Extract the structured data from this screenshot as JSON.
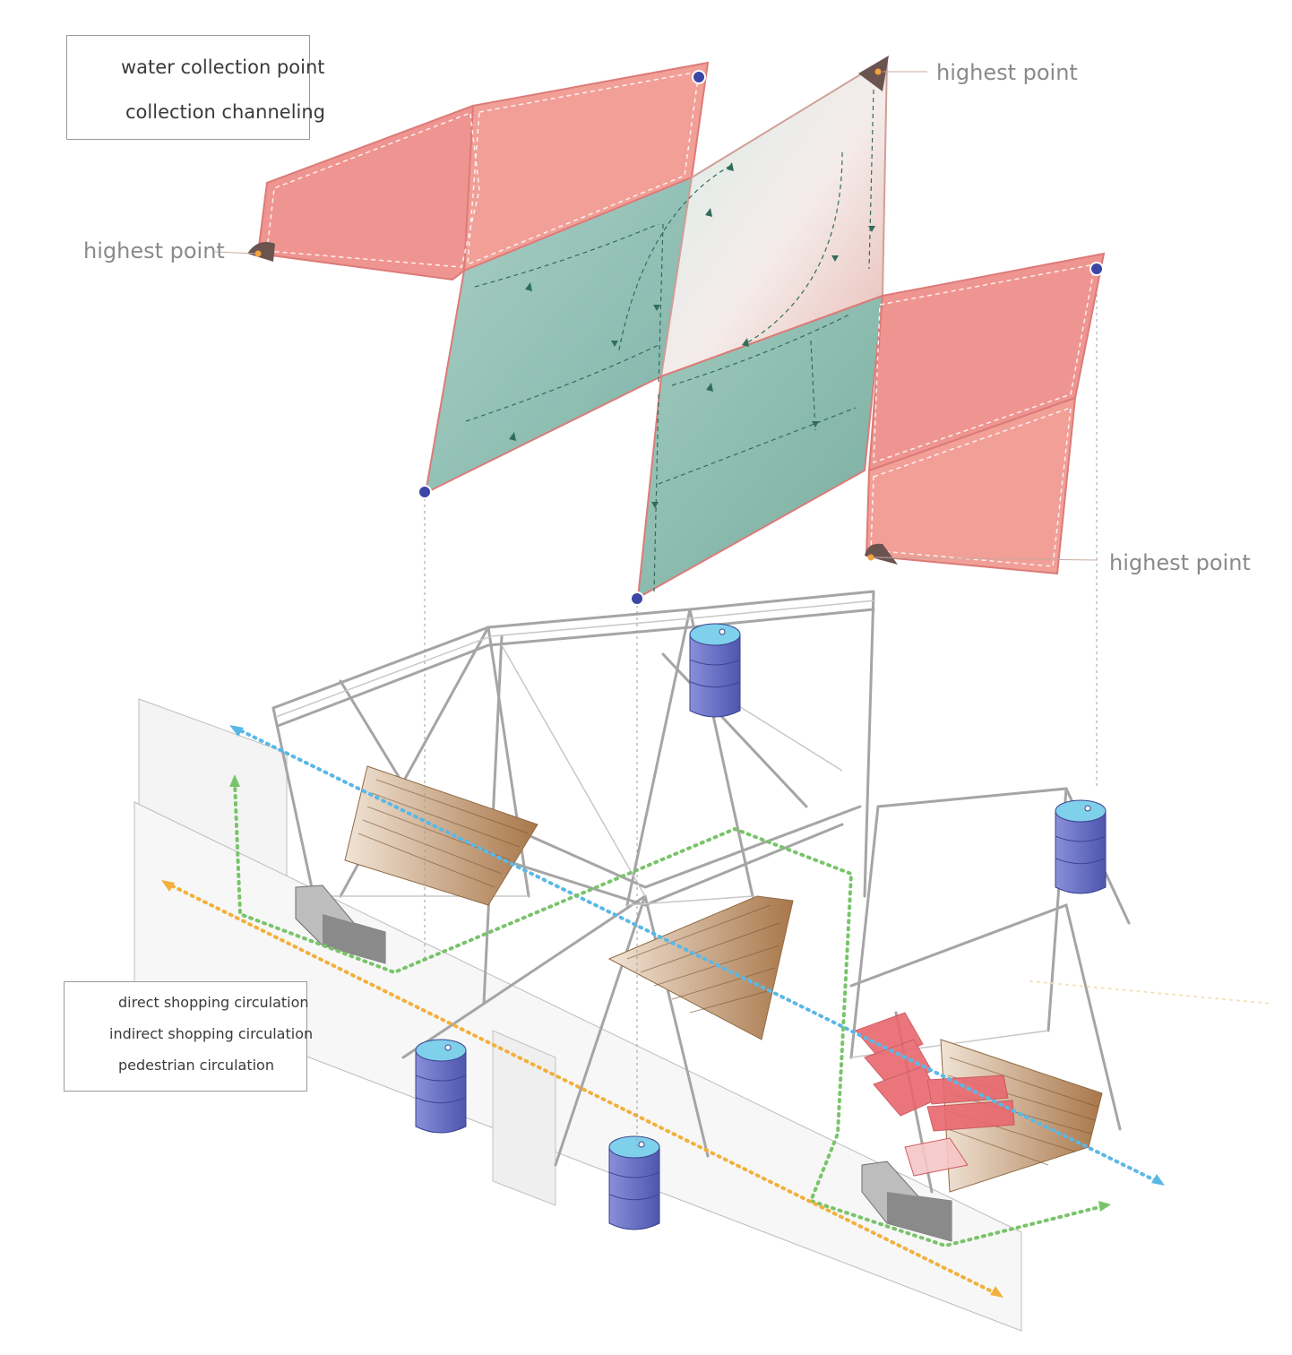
{
  "colors": {
    "canopy_pink": "#f08a86",
    "canopy_teal": "#8fbfb4",
    "channel_line": "#2f6e5a",
    "collection_dot": "#3b46a6",
    "barrel_top": "#7fd0ea",
    "barrel_body": "#6f78cc",
    "wood": "#b98a5c",
    "stair_red": "#e8686e",
    "direct": "#5ab8e6",
    "indirect": "#79c46a",
    "pedestrian": "#f2b03c",
    "frame_line": "#9c9c9c",
    "highest_marker": "#6b5450"
  },
  "legend_top": {
    "items": [
      {
        "icon": "collection-dot-icon",
        "label": "water collection point"
      },
      {
        "icon": "dashed-channel-icon",
        "label": "collection channeling"
      }
    ]
  },
  "callouts": {
    "highest_left": "highest point",
    "highest_top": "highest point",
    "highest_right": "highest point"
  },
  "legend_bottom": {
    "items": [
      {
        "icon": "blue-dotted-line-icon",
        "label": "direct shopping circulation"
      },
      {
        "icon": "green-dotted-line-icon",
        "label": "indirect shopping circulation"
      },
      {
        "icon": "orange-dotted-line-icon",
        "label": "pedestrian circulation"
      }
    ]
  }
}
